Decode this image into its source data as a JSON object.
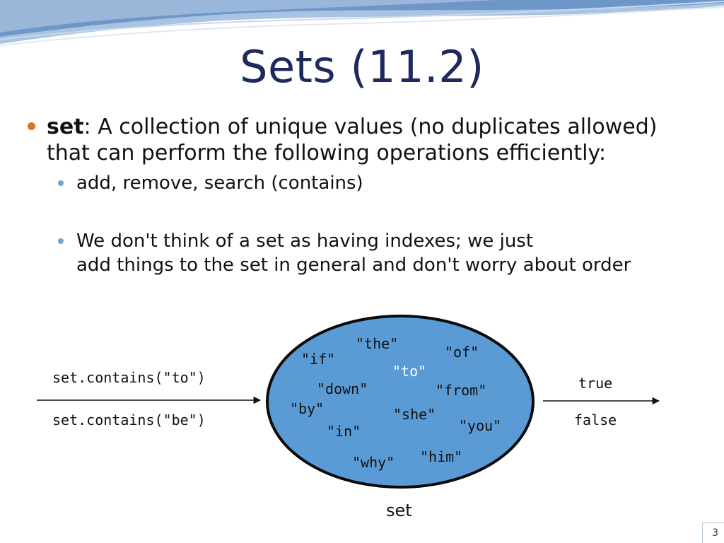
{
  "slide": {
    "title": "Sets (11.2)",
    "page_number": "3"
  },
  "bullets": {
    "main": {
      "term": "set",
      "line1_rest": ": A collection of unique values (no duplicates allowed)",
      "line2": "that can perform the following operations efficiently:"
    },
    "sub1": "add, remove, search (contains)",
    "sub2_line1": "We don't think of a set as having indexes; we just",
    "sub2_line2": "add things to the set in general and don't worry about order"
  },
  "diagram": {
    "left_calls": [
      "set.contains(\"to\")",
      "set.contains(\"be\")"
    ],
    "results": [
      "true",
      "false"
    ],
    "set_label": "set",
    "words": [
      {
        "text": "\"the\"",
        "highlight": false
      },
      {
        "text": "\"if\"",
        "highlight": false
      },
      {
        "text": "\"of\"",
        "highlight": false
      },
      {
        "text": "\"to\"",
        "highlight": true
      },
      {
        "text": "\"down\"",
        "highlight": false
      },
      {
        "text": "\"from\"",
        "highlight": false
      },
      {
        "text": "\"by\"",
        "highlight": false
      },
      {
        "text": "\"she\"",
        "highlight": false
      },
      {
        "text": "\"in\"",
        "highlight": false
      },
      {
        "text": "\"you\"",
        "highlight": false
      },
      {
        "text": "\"why\"",
        "highlight": false
      },
      {
        "text": "\"him\"",
        "highlight": false
      }
    ],
    "colors": {
      "set_fill": "#5b9bd5",
      "set_stroke": "#0a0a0a",
      "highlight_text": "#ffffff",
      "title_text": "#1e2a5e",
      "main_bullet": "#e0702d",
      "sub_bullet": "#6aa6d6"
    }
  }
}
